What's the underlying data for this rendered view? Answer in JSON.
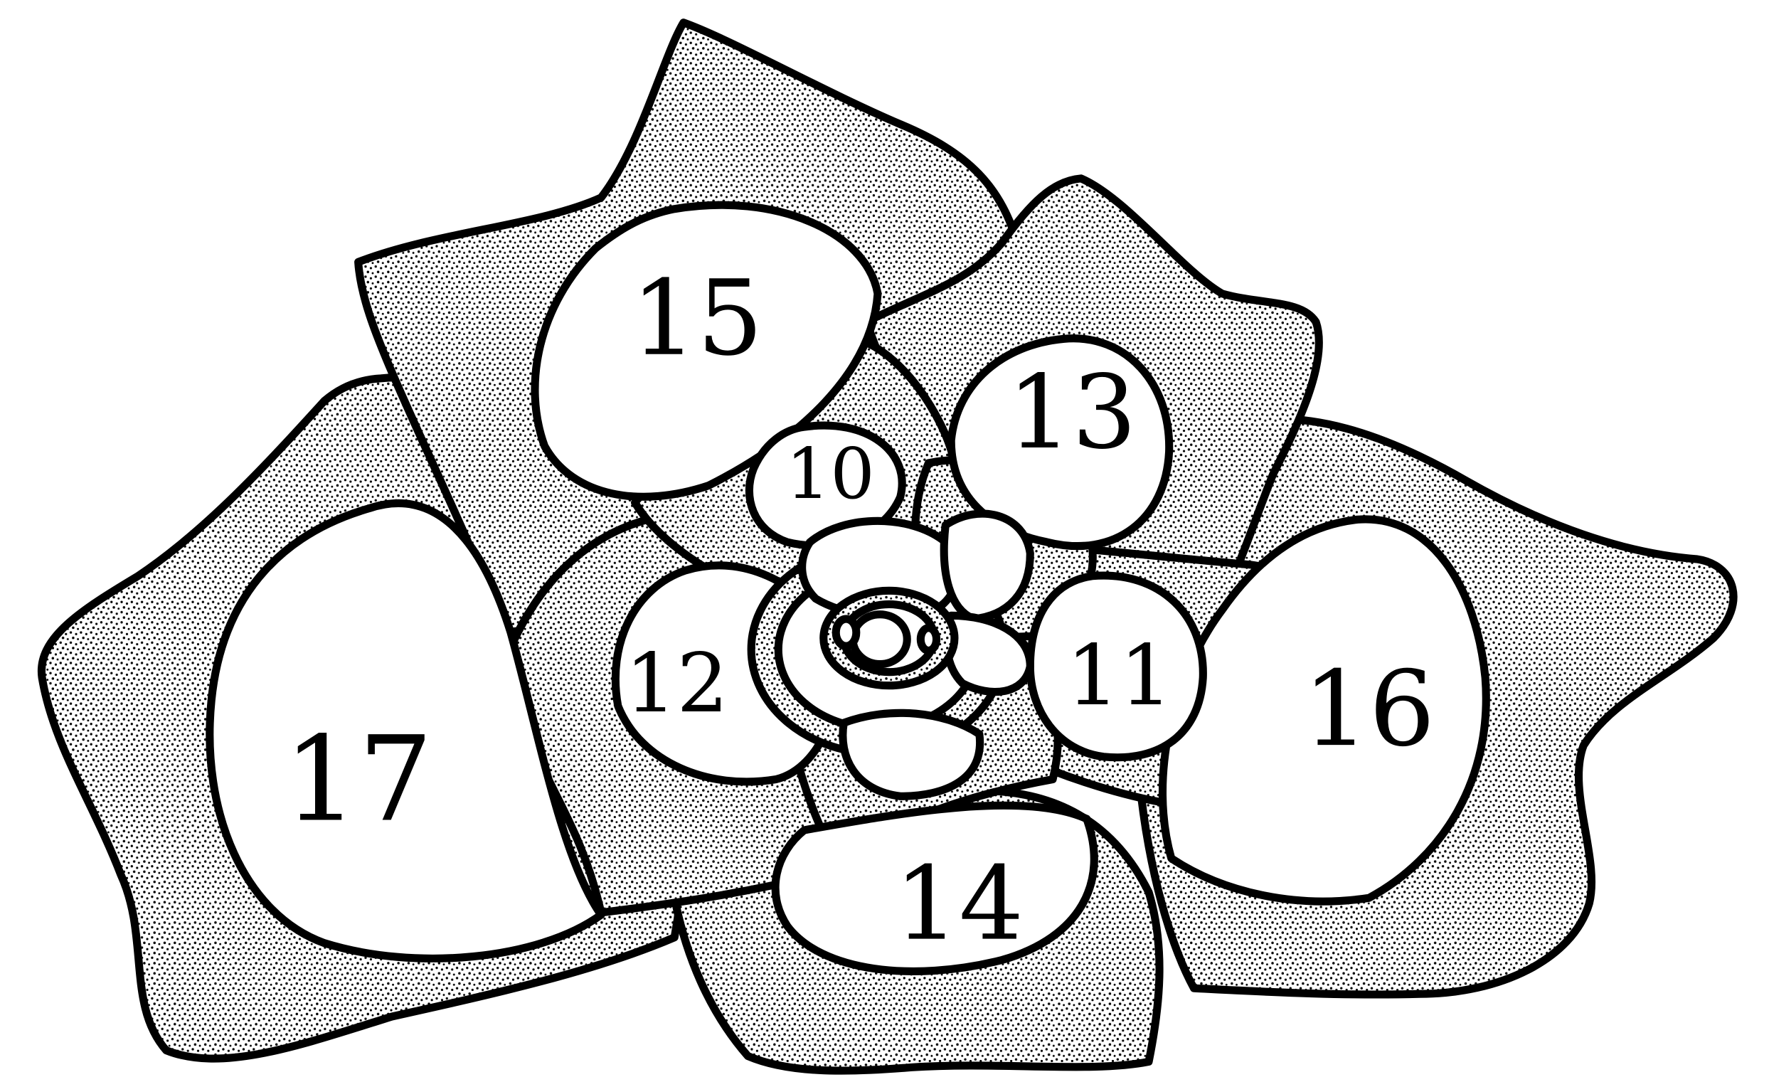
{
  "colors": {
    "ink": "#000000",
    "paper": "#ffffff"
  },
  "labels": {
    "p10": "10",
    "p11": "11",
    "p12": "12",
    "p13": "13",
    "p14": "14",
    "p15": "15",
    "p16": "16",
    "p17": "17"
  }
}
